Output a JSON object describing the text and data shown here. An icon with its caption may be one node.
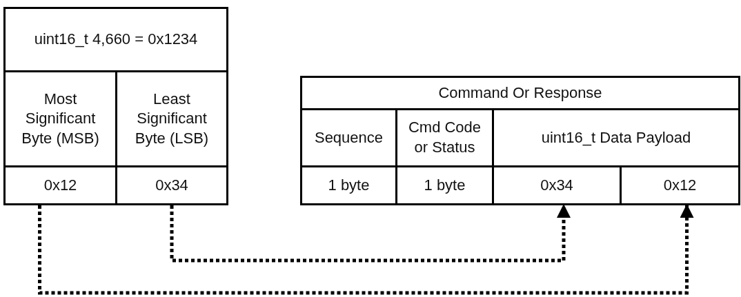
{
  "diagram": {
    "nodes": [
      {
        "text": [
          "uint16_t 4,660 = 0x1234"
        ]
      },
      {
        "text": [
          "Most Significant Byte (MSB)"
        ]
      },
      {
        "text": [
          "Least Significant Byte (LSB)"
        ]
      },
      {
        "text": [
          "0x12"
        ]
      },
      {
        "text": [
          "0x34"
        ]
      },
      {
        "text": [
          "Command Or Response"
        ]
      },
      {
        "text": [
          "Sequence"
        ]
      },
      {
        "text": [
          "Cmd Code or Status"
        ]
      },
      {
        "text": [
          "uint16_t Data Payload"
        ]
      },
      {
        "text": [
          "1 byte"
        ]
      },
      {
        "text": [
          "1 byte"
        ]
      },
      {
        "text": [
          "0x34"
        ]
      },
      {
        "text": [
          "0x12"
        ]
      }
    ],
    "edges": [
      {
        "from": 4,
        "to": 11,
        "arrow": "to",
        "style": "dashed"
      },
      {
        "from": 3,
        "to": 12,
        "arrow": "to",
        "style": "dashed"
      }
    ]
  }
}
